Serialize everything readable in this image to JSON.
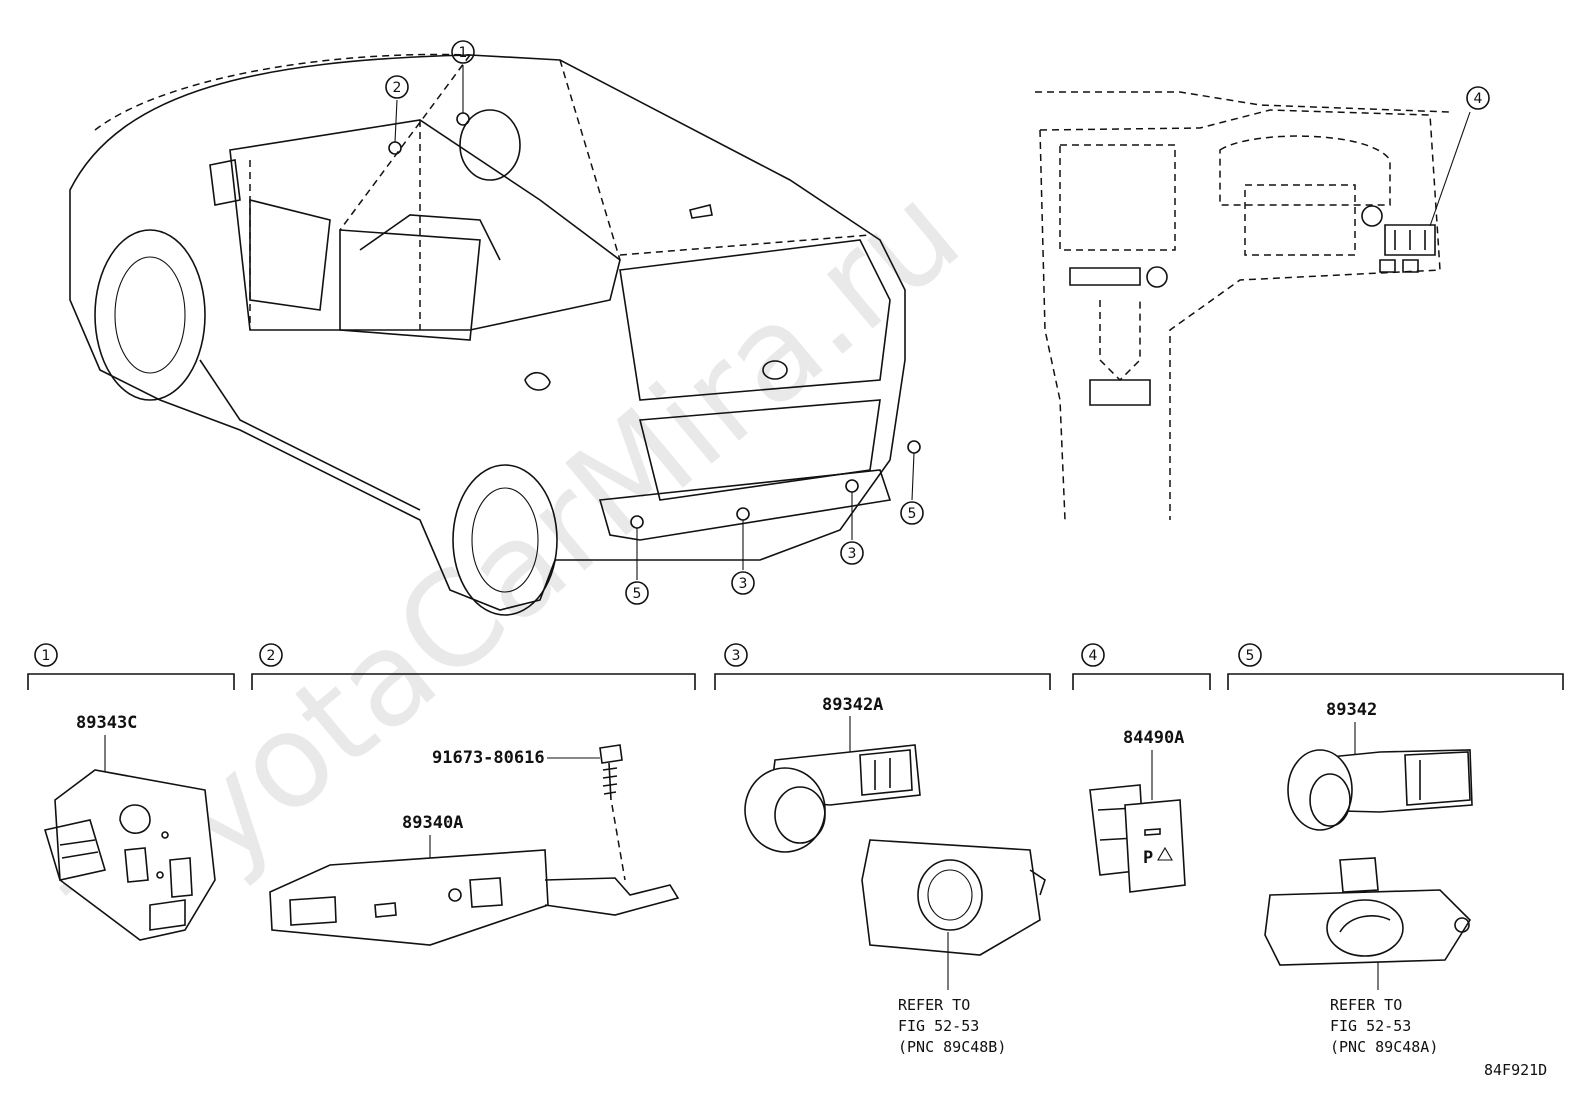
{
  "watermark": "ToyotaCarMira.ru",
  "callouts": [
    "1",
    "2",
    "3",
    "4",
    "5"
  ],
  "sections": [
    {
      "number": "1",
      "parts": [
        "89343C"
      ]
    },
    {
      "number": "2",
      "parts": [
        "89340A",
        "91673-80616"
      ]
    },
    {
      "number": "3",
      "parts": [
        "89342A"
      ],
      "note": [
        "REFER TO",
        "FIG 52-53",
        "(PNC 89C48B)"
      ]
    },
    {
      "number": "4",
      "parts": [
        "84490A"
      ]
    },
    {
      "number": "5",
      "parts": [
        "89342"
      ],
      "note": [
        "REFER TO",
        "FIG 52-53",
        "(PNC 89C48A)"
      ]
    }
  ],
  "switch_glyph": "P",
  "figure_code": "84F921D"
}
